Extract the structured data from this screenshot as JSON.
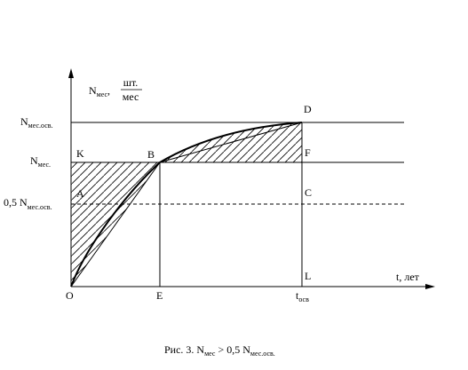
{
  "diagram": {
    "y_axis": {
      "name": "N",
      "name_sub": "мес",
      "unit_top": "шт.",
      "unit_bottom": "мес"
    },
    "x_axis": {
      "label": "t, лет"
    },
    "levels": {
      "full": {
        "name": "N",
        "sub": "мес.осв."
      },
      "current": {
        "name": "N",
        "sub": "мес."
      },
      "half": {
        "prefix": "0,5 N",
        "sub": "мес.осв."
      }
    },
    "points": {
      "O": "O",
      "E": "E",
      "K": "K",
      "A": "A",
      "B": "B",
      "D": "D",
      "F": "F",
      "C": "C",
      "L": "L"
    },
    "t_osv": {
      "name": "t",
      "sub": "осв"
    },
    "caption": {
      "prefix": "Рис. 3.  N",
      "sub1": "мес",
      "middle": " > 0,5 N",
      "sub2": "мес.осв."
    }
  }
}
